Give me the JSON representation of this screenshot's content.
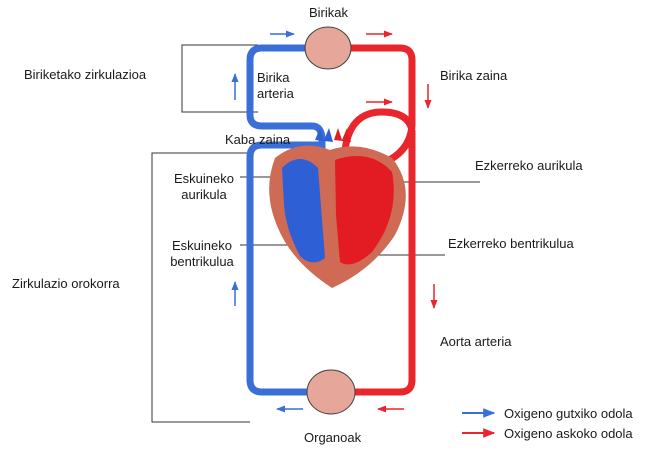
{
  "labels": {
    "lungs": "Birikak",
    "pulmonary_circulation": "Biriketako zirkulazioa",
    "pulmonary_artery_line1": "Birika",
    "pulmonary_artery_line2": "arteria",
    "pulmonary_vein": "Birika zaina",
    "vena_cava": "Kaba zaina",
    "right_atrium_line1": "Eskuineko",
    "right_atrium_line2": "aurikula",
    "right_ventricle_line1": "Eskuineko",
    "right_ventricle_line2": "bentrikulua",
    "left_atrium": "Ezkerreko aurikula",
    "left_ventricle": "Ezkerreko bentrikulua",
    "systemic_circulation": "Zirkulazio orokorra",
    "aorta": "Aorta arteria",
    "organs": "Organoak"
  },
  "legend": {
    "deoxygenated": "Oxigeno gutxiko odola",
    "oxygenated": "Oxigeno askoko odola"
  },
  "colors": {
    "deoxygenated": "#3a6fd8",
    "oxygenated": "#e8262c",
    "organ": "#e7a69a",
    "heart_wall": "#cf6a55"
  }
}
